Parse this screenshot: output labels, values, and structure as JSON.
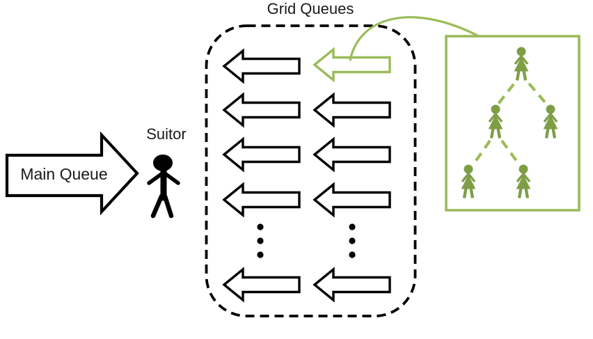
{
  "labels": {
    "grid_queues": "Grid Queues",
    "main_queue": "Main Queue",
    "suitor": "Suitor"
  },
  "colors": {
    "accent_green": "#9BBB59",
    "figure_green": "#7E9E46",
    "outline_black": "#000000",
    "text_color": "#1A1A1A",
    "background": "#FFFFFF"
  },
  "grid_queues": {
    "columns": 2,
    "arrow_rows_above_ellipsis": 4,
    "arrow_rows_below_ellipsis": 1,
    "ellipsis_dots_per_column": 3,
    "arrow_direction": "left",
    "highlighted_arrow": {
      "row": 1,
      "column": 2,
      "color": "#9BBB59"
    }
  },
  "queue_contents_tree": {
    "node_count": 5,
    "levels": 3,
    "structure": "root -> two children; left child -> two children"
  },
  "icons": {
    "main_queue_arrow": "right-block-arrow",
    "queue_arrow": "left-block-arrow",
    "highlighted_queue_arrow": "left-block-arrow-green",
    "suitor_person": "stick-figure-person",
    "tree_person": "green-stick-figure-person",
    "ellipsis": "vertical-dots"
  }
}
